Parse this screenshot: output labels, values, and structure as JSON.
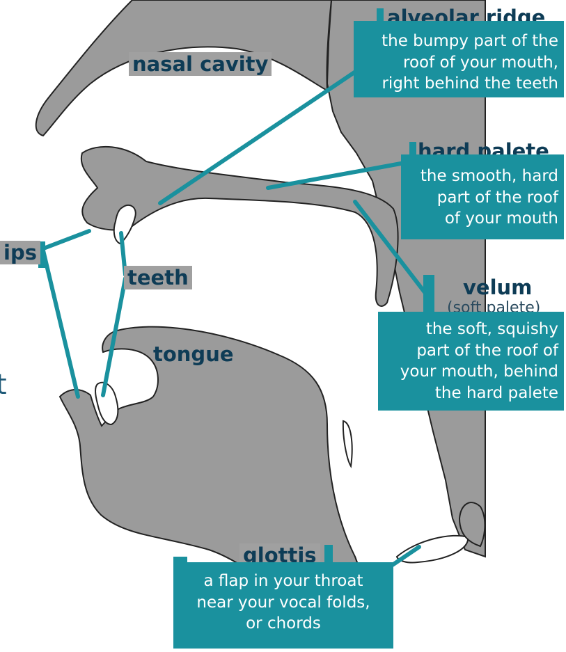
{
  "labels": {
    "nasal_cavity": "nasal cavity",
    "alveolar_ridge": "alveolar ridge",
    "hard_palete": "hard palete",
    "velum": "velum",
    "velum_sub": "(soft palete)",
    "lips": "ips",
    "teeth": "teeth",
    "tongue": "tongue",
    "glottis": "glottis",
    "stray_char": "t"
  },
  "descriptions": {
    "alveolar_ridge": [
      "the bumpy part of the",
      "roof of your mouth,",
      "right behind the teeth"
    ],
    "hard_palete": [
      "the smooth, hard",
      "part of the roof",
      "of your mouth"
    ],
    "velum": [
      "the soft, squishy",
      "part of the roof of",
      "your mouth, behind",
      "the hard palete"
    ],
    "glottis": [
      "a flap in your throat",
      "near your vocal folds,",
      "or chords"
    ]
  },
  "colors": {
    "tissue": "#9b9b9b",
    "outline": "#222222",
    "leader": "#1a919e",
    "label_text": "#0e3c56",
    "box_bg": "#1a919e"
  }
}
